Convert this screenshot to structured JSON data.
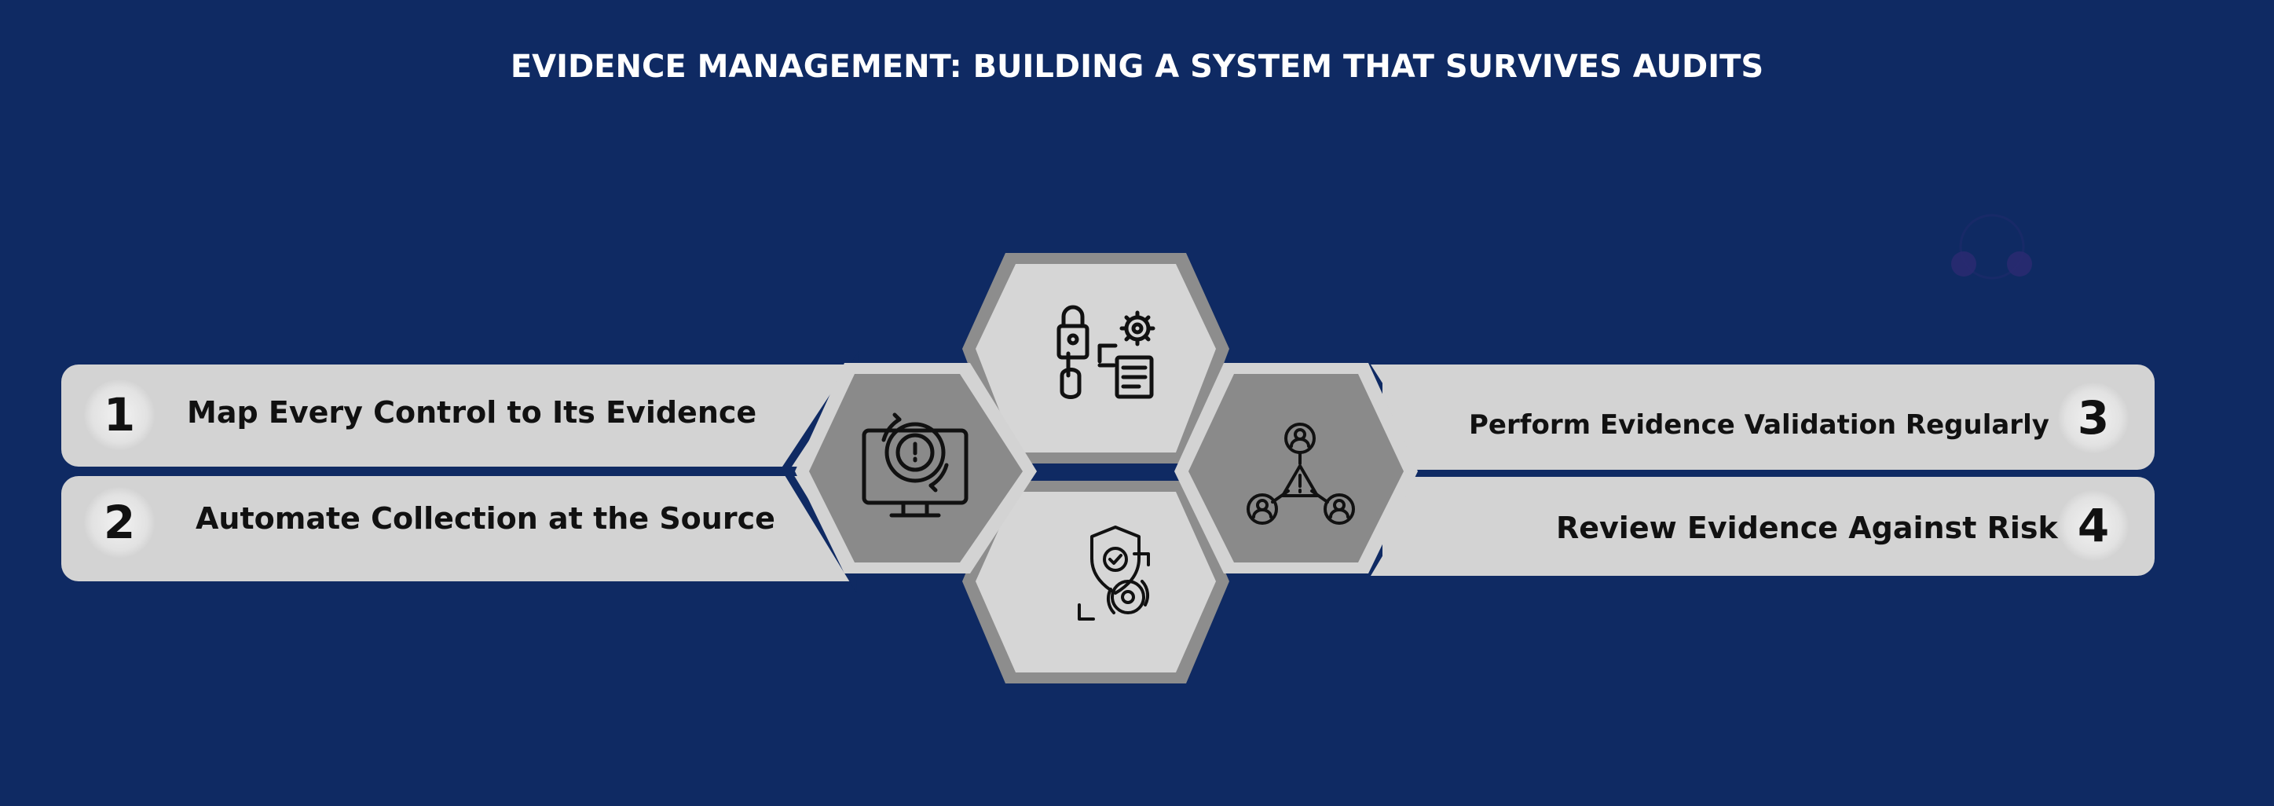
{
  "title": "EVIDENCE MANAGEMENT: BUILDING A SYSTEM THAT SURVIVES AUDITS",
  "steps": [
    {
      "number": "1",
      "label": "Map Every Control to Its Evidence"
    },
    {
      "number": "2",
      "label": "Automate Collection at the Source"
    },
    {
      "number": "3",
      "label": "Perform Evidence Validation Regularly"
    },
    {
      "number": "4",
      "label": "Review Evidence Against Risk"
    }
  ],
  "icons": {
    "top": "lock-settings-document-icon",
    "left": "monitor-gear-alert-icon",
    "bottom": "shield-check-refresh-icon",
    "right": "user-network-warning-icon"
  },
  "colors": {
    "background": "#0f2a63",
    "bar": "#d3d3d3",
    "hex_light": "#d6d6d6",
    "hex_dark": "#8a8a8a",
    "hex_border": "#8d8d8d"
  }
}
